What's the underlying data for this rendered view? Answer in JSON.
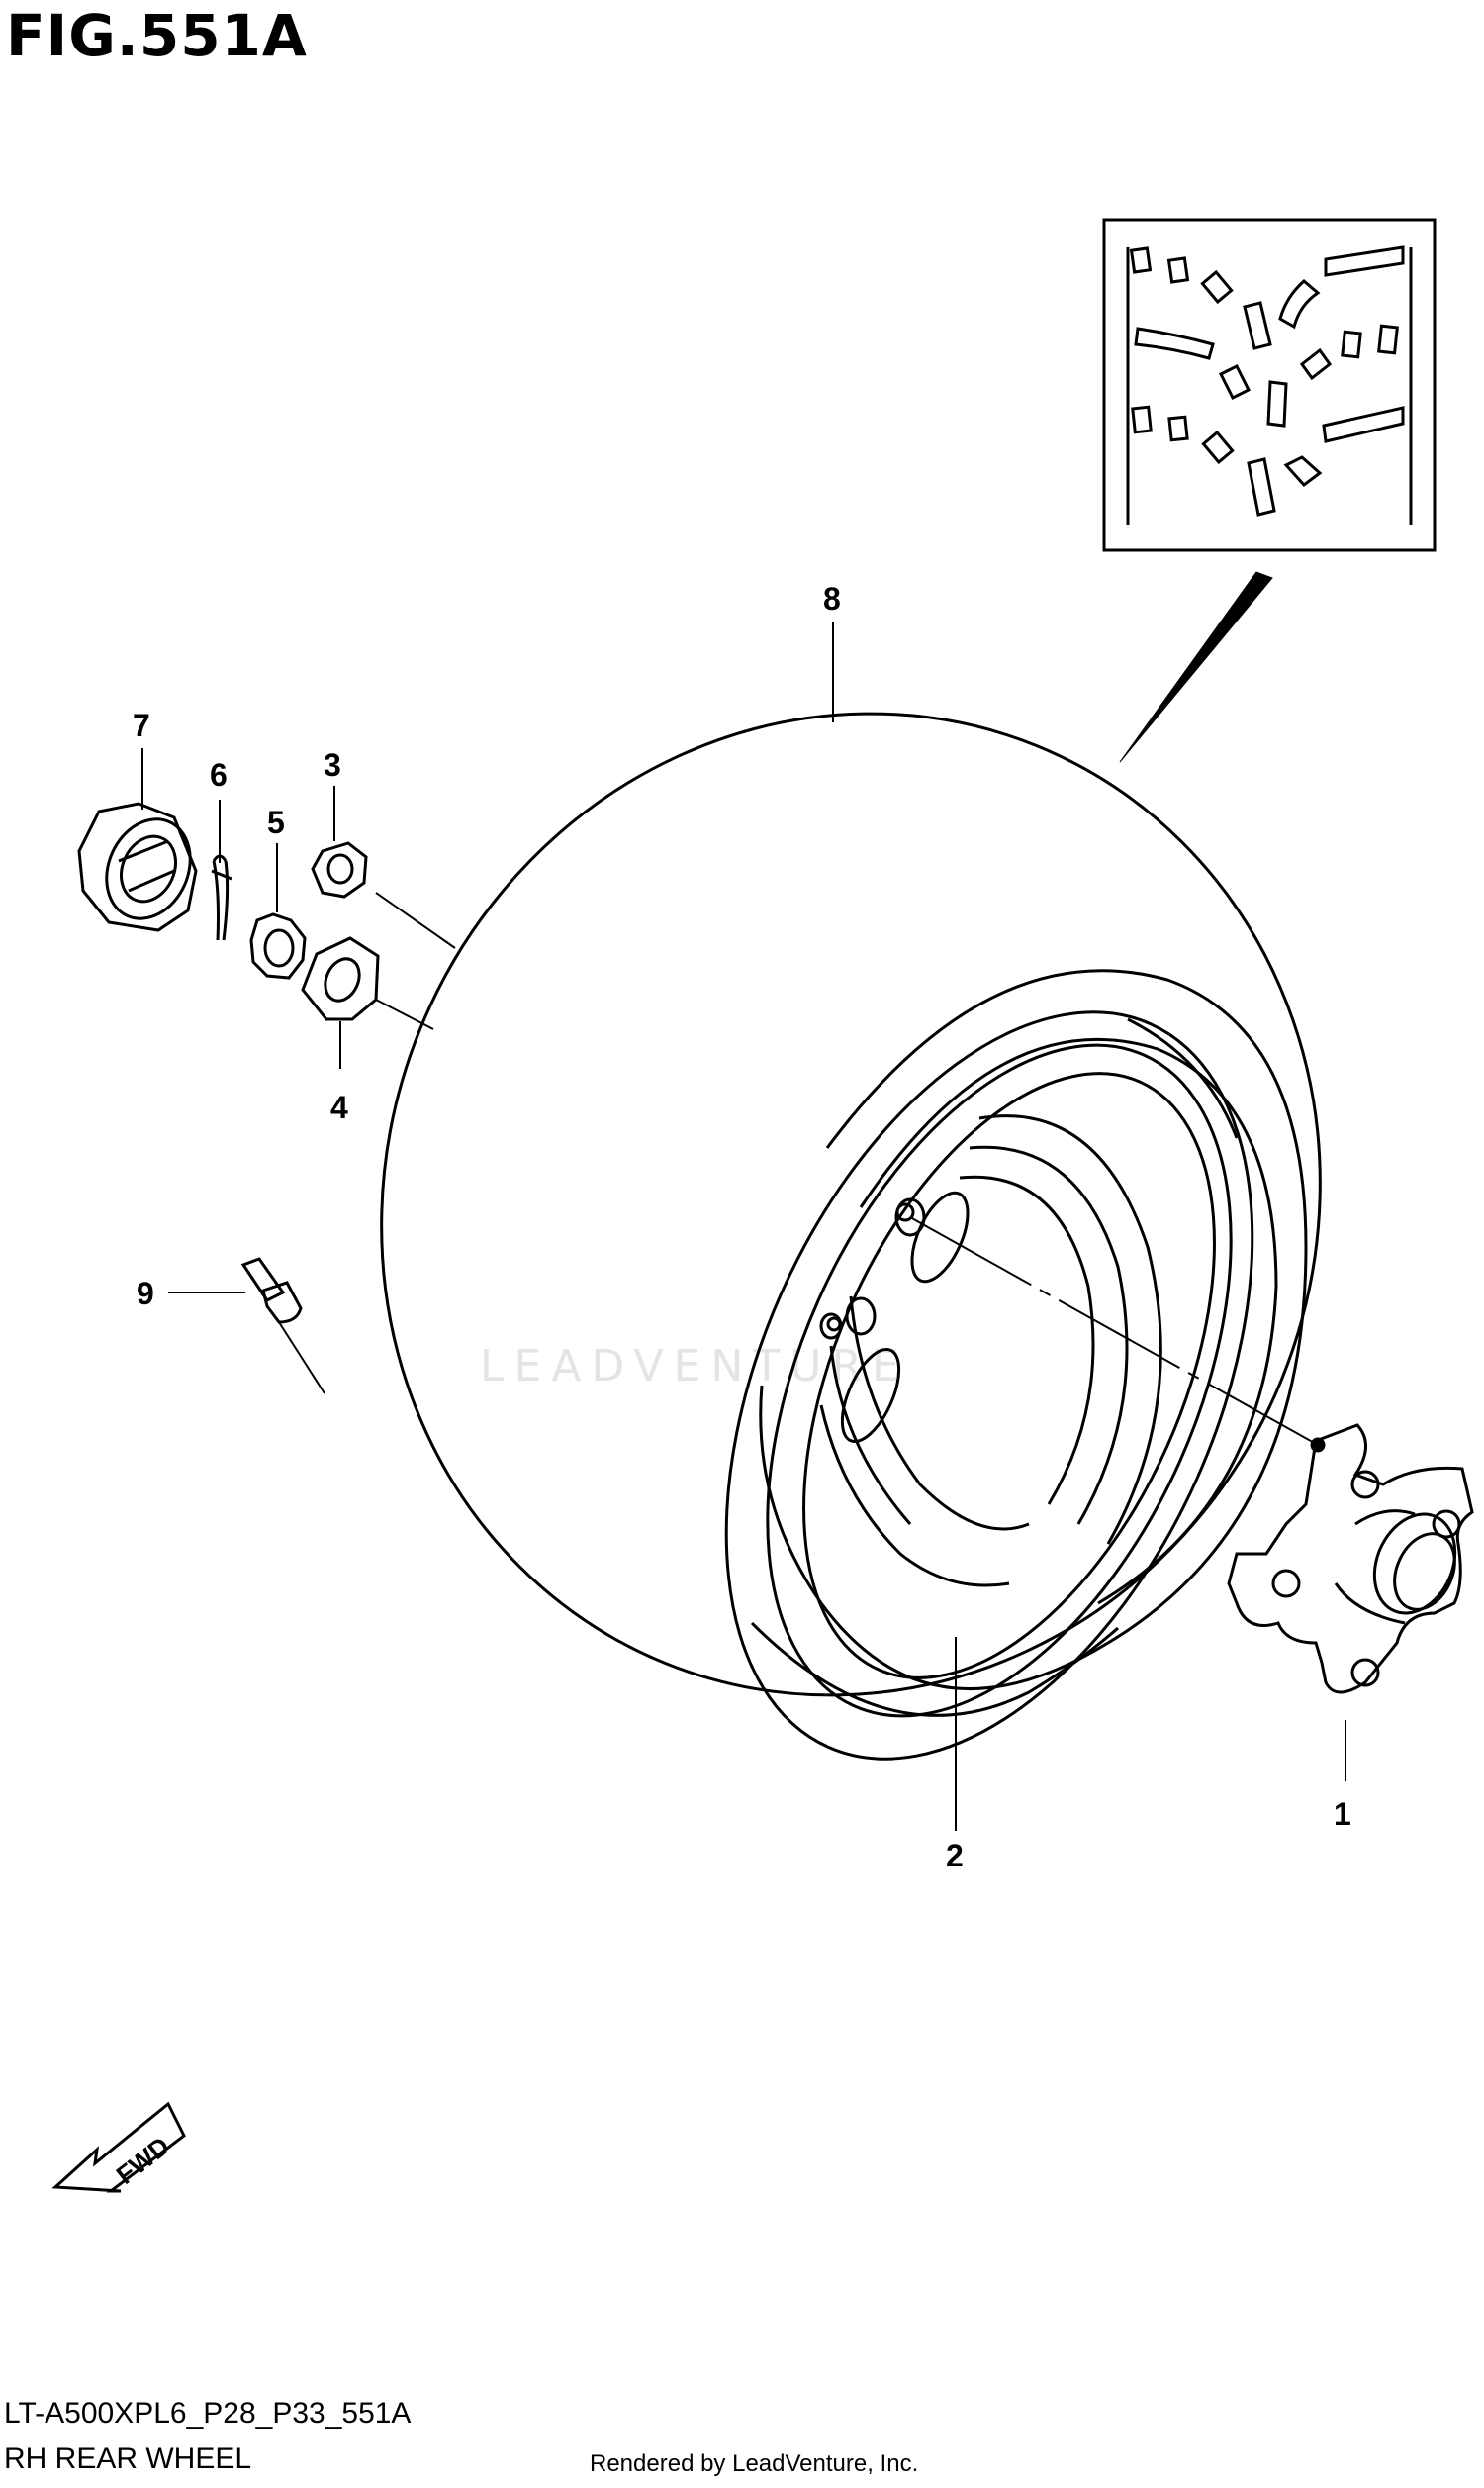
{
  "figure": {
    "title": "FIG.551A"
  },
  "callouts": {
    "p1": "1",
    "p2": "2",
    "p3": "3",
    "p4": "4",
    "p5": "5",
    "p6": "6",
    "p7": "7",
    "p8": "8",
    "p9": "9"
  },
  "fwd_label": "FWD",
  "footer": {
    "model_code": "LT-A500XPL6_P28_P33_551A",
    "section_name": "RH REAR WHEEL",
    "rendered_by": "Rendered by LeadVenture, Inc."
  },
  "watermark": "LEADVENTURE"
}
